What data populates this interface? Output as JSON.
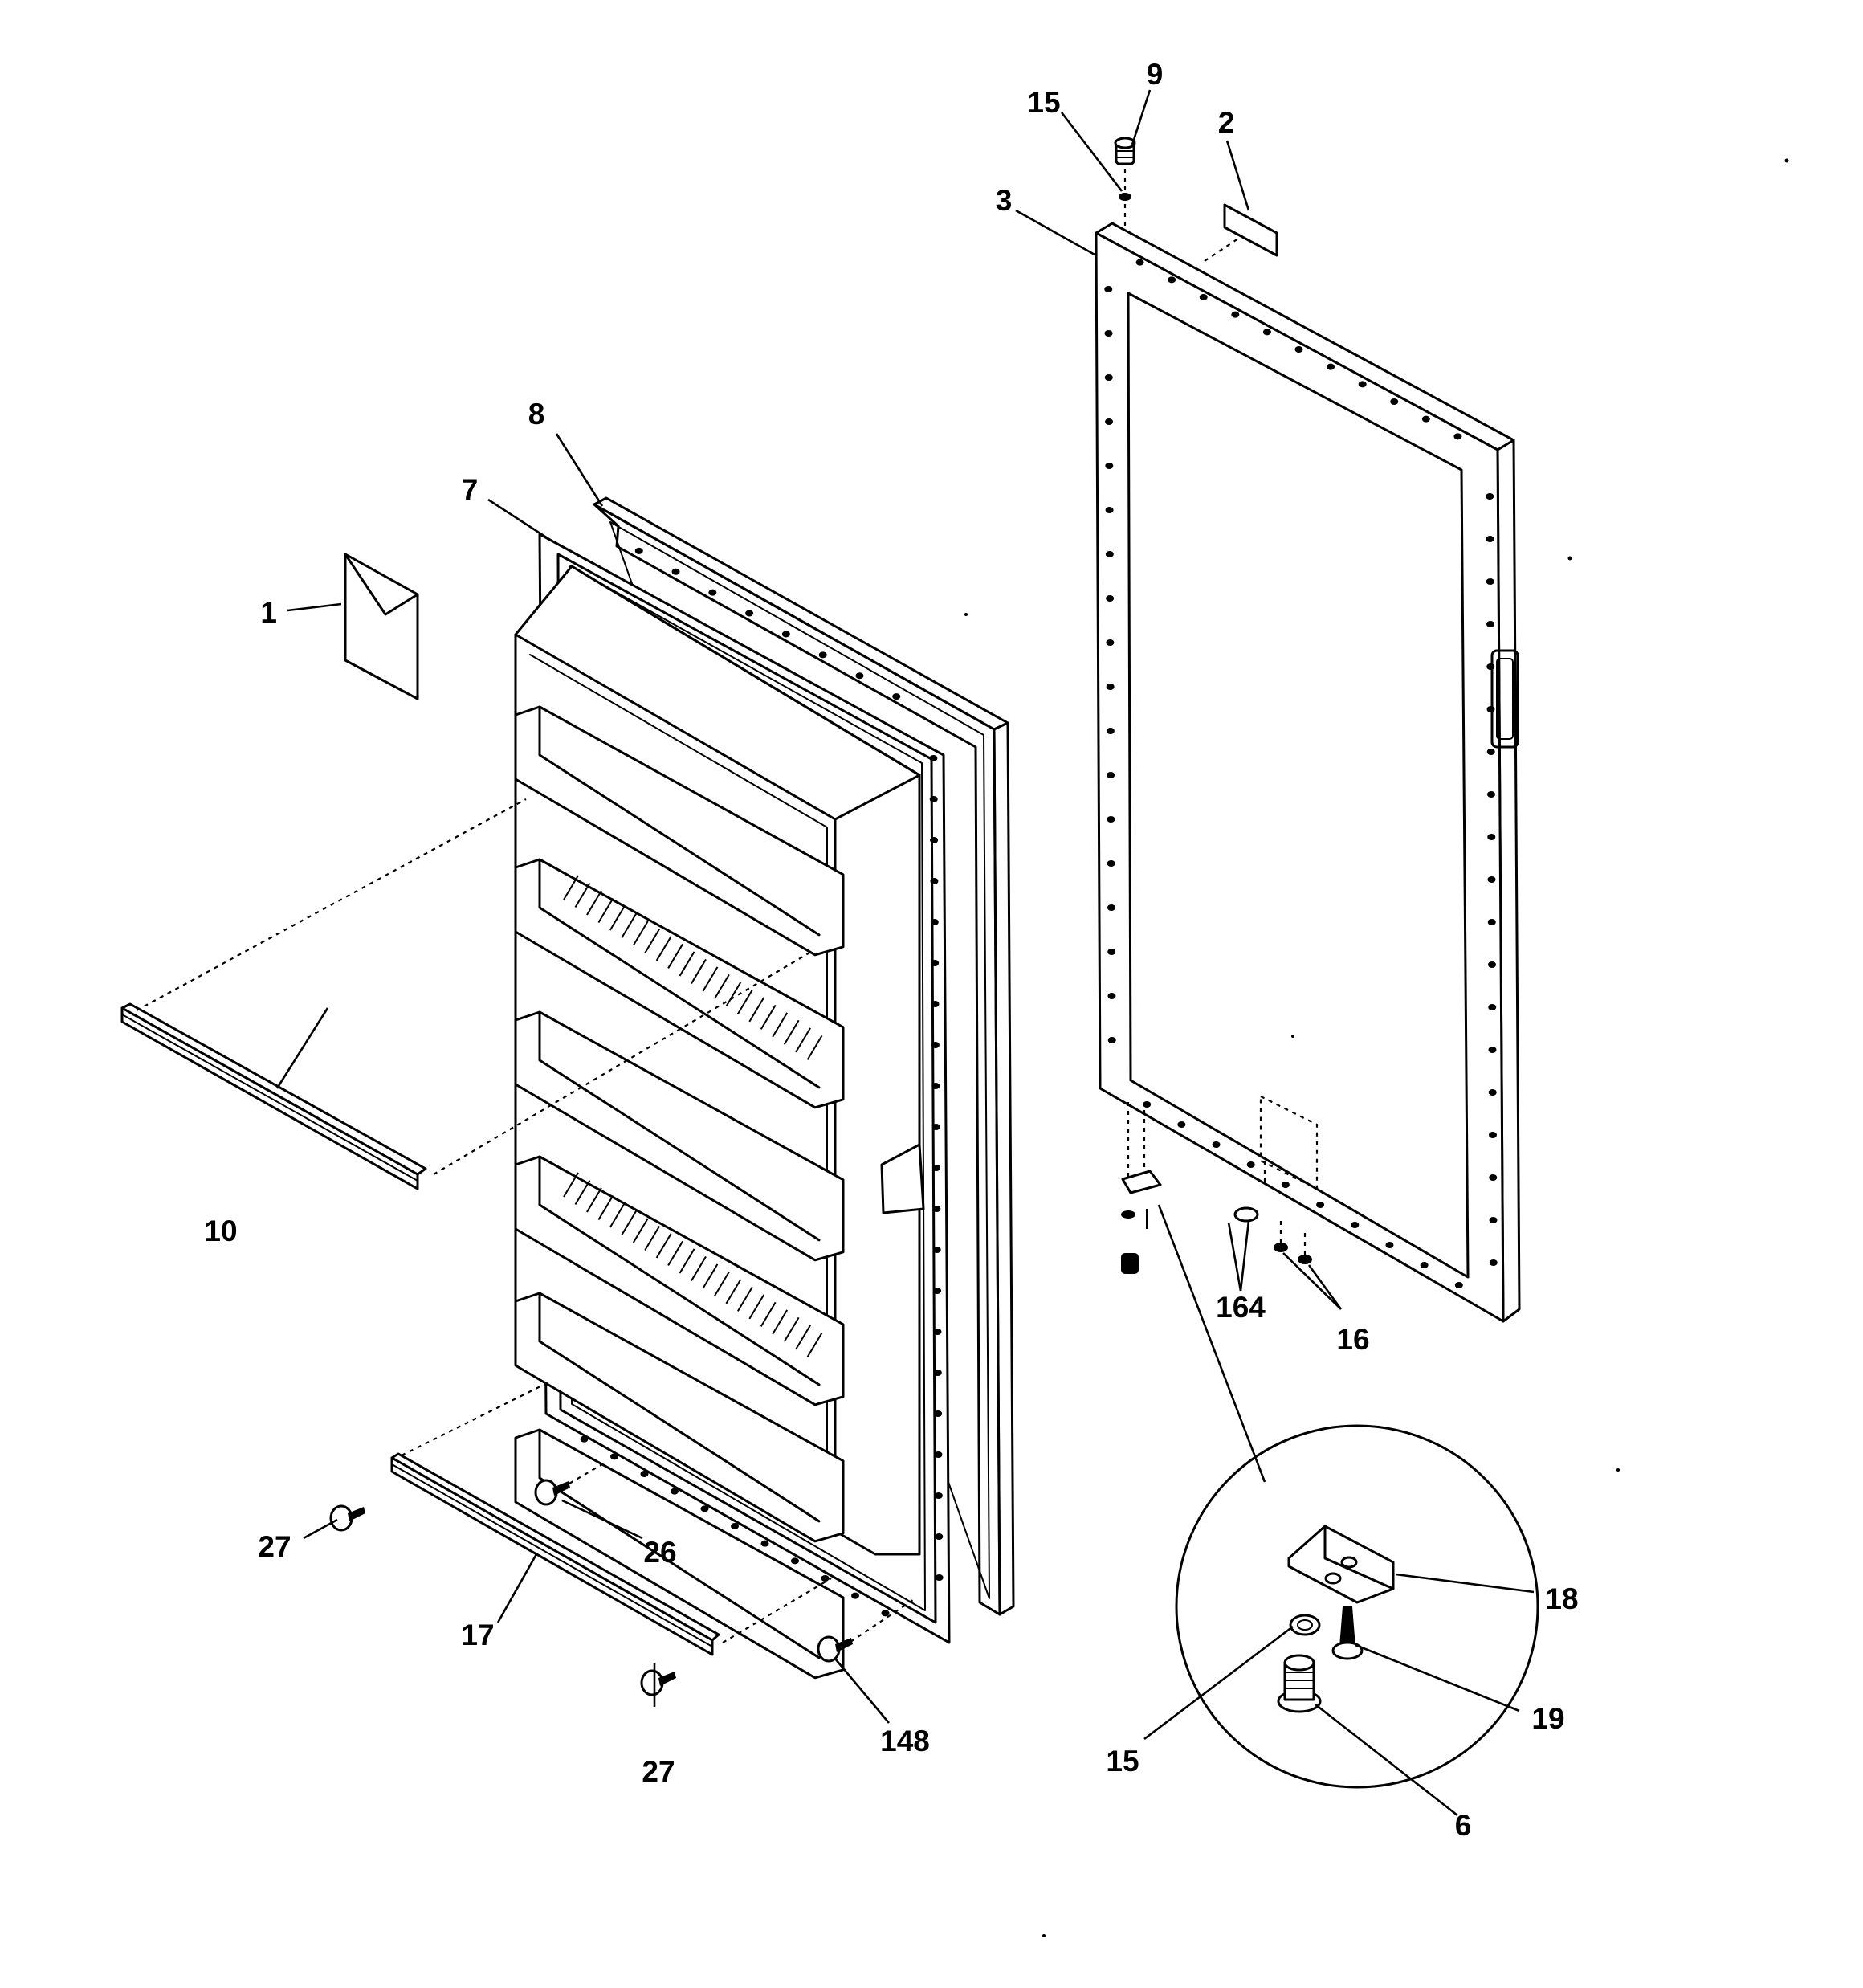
{
  "diagram": {
    "type": "exploded parts view",
    "callouts": [
      "1",
      "2",
      "3",
      "6",
      "7",
      "8",
      "9",
      "10",
      "15",
      "15",
      "16",
      "17",
      "18",
      "19",
      "26",
      "27",
      "27",
      "148",
      "164"
    ]
  },
  "labels": {
    "c1": "1",
    "c2": "2",
    "c3": "3",
    "c6": "6",
    "c7": "7",
    "c8": "8",
    "c9": "9",
    "c10": "10",
    "c15_top": "15",
    "c15_detail": "15",
    "c16": "16",
    "c17": "17",
    "c18": "18",
    "c19": "19",
    "c26": "26",
    "c27_left": "27",
    "c27_bottom": "27",
    "c148": "148",
    "c164": "164"
  }
}
